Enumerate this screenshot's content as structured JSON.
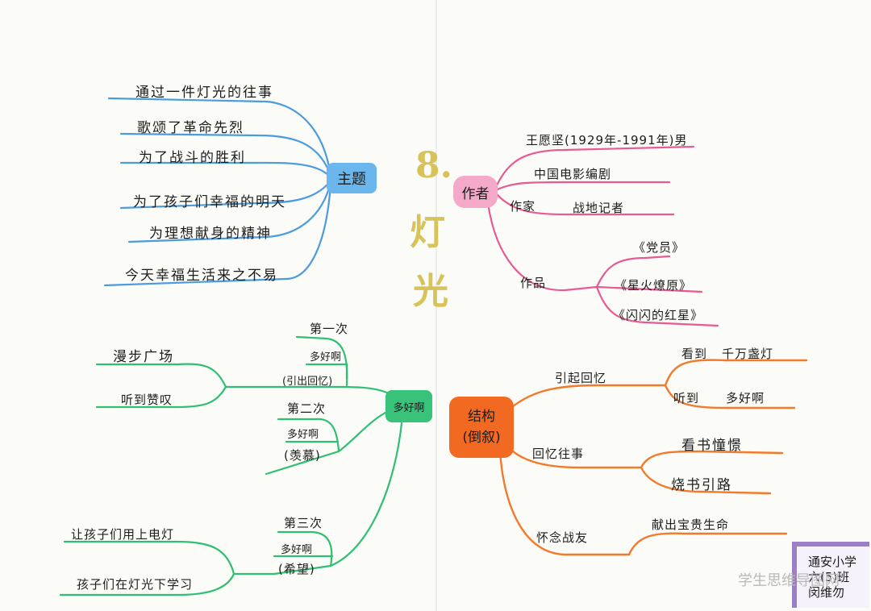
{
  "center": {
    "number": "8.",
    "title_char1": "灯",
    "title_char2": "光"
  },
  "theme": {
    "label": "主题",
    "color": "#4a9be0",
    "items": [
      "通过一件灯光的往事",
      "歌颂了革命先烈",
      "为了战斗的胜利",
      "为了孩子们幸福的明天",
      "为理想献身的精神",
      "今天幸福生活来之不易"
    ]
  },
  "author": {
    "label": "作者",
    "color": "#e85a92",
    "name": "王愿坚(1929年-1991年)男",
    "job1": "中国电影编剧",
    "job2_a": "作家",
    "job2_b": "战地记者",
    "works_label": "作品",
    "works": [
      "《党员》",
      "《星火燎原》",
      "《闪闪的红星》"
    ]
  },
  "haoa": {
    "label": "多好啊",
    "color": "#2fbf73",
    "first": {
      "label": "第一次",
      "phrase": "多好啊",
      "meaning": "(引出回忆)",
      "details": [
        "漫步广场",
        "听到赞叹"
      ]
    },
    "second": {
      "label": "第二次",
      "phrase": "多好啊",
      "meaning": "(羡慕)"
    },
    "third": {
      "label": "第三次",
      "phrase": "多好啊",
      "meaning": "(希望)",
      "details": [
        "让孩子们用上电灯",
        "孩子们在灯光下学习"
      ]
    }
  },
  "structure": {
    "label_line1": "结构",
    "label_line2": "(倒叙)",
    "color": "#f27a2a",
    "recall": {
      "label": "引起回忆",
      "items": [
        "看到",
        "千万盏灯",
        "听到",
        "多好啊"
      ]
    },
    "memory": {
      "label": "回忆往事",
      "items": [
        "看书憧憬",
        "烧书引路"
      ]
    },
    "miss": {
      "label": "怀念战友",
      "item": "献出宝贵生命"
    }
  },
  "credit": {
    "line1": "通安小学",
    "line2": "六(5)班",
    "line3": "闵维勿"
  },
  "watermark": "学生思维导图网"
}
